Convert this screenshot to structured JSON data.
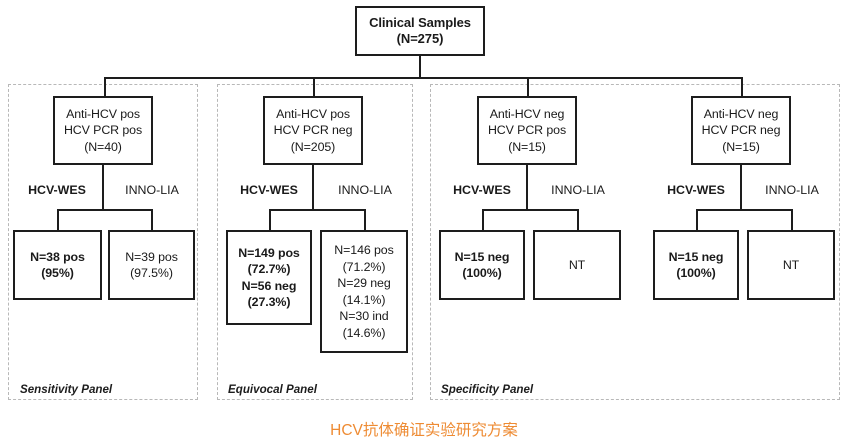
{
  "figure": {
    "caption": "HCV抗体确证实验研究方案",
    "caption_color": "#ee8b33"
  },
  "root": {
    "line1": "Clinical Samples",
    "line2": "(N=275)"
  },
  "branch_labels": {
    "wes": "HCV-WES",
    "inno": "INNO-LIA"
  },
  "panels": [
    {
      "label": "Sensitivity Panel",
      "parent": {
        "line1": "Anti-HCV pos",
        "line2": "HCV PCR pos",
        "line3": "(N=40)"
      },
      "wes_box": {
        "line1": "N=38 pos",
        "line2": "(95%)"
      },
      "inno_box": {
        "line1": "N=39 pos",
        "line2": "(97.5%)"
      }
    },
    {
      "label": "Equivocal Panel",
      "parent": {
        "line1": "Anti-HCV pos",
        "line2": "HCV PCR neg",
        "line3": "(N=205)"
      },
      "wes_box": {
        "line1": "N=149 pos",
        "line2": "(72.7%)",
        "line3": "N=56 neg",
        "line4": "(27.3%)"
      },
      "inno_box": {
        "line1": "N=146 pos",
        "line2": "(71.2%)",
        "line3": "N=29 neg",
        "line4": "(14.1%)",
        "line5": "N=30 ind",
        "line6": "(14.6%)"
      }
    },
    {
      "label": "Specificity Panel",
      "parent": {
        "line1": "Anti-HCV neg",
        "line2": "HCV PCR pos",
        "line3": "(N=15)"
      },
      "wes_box": {
        "line1": "N=15 neg",
        "line2": "(100%)"
      },
      "inno_box": {
        "line1": "NT"
      }
    },
    {
      "label": "",
      "parent": {
        "line1": "Anti-HCV neg",
        "line2": "HCV PCR neg",
        "line3": "(N=15)"
      },
      "wes_box": {
        "line1": "N=15 neg",
        "line2": "(100%)"
      },
      "inno_box": {
        "line1": "NT"
      }
    }
  ]
}
